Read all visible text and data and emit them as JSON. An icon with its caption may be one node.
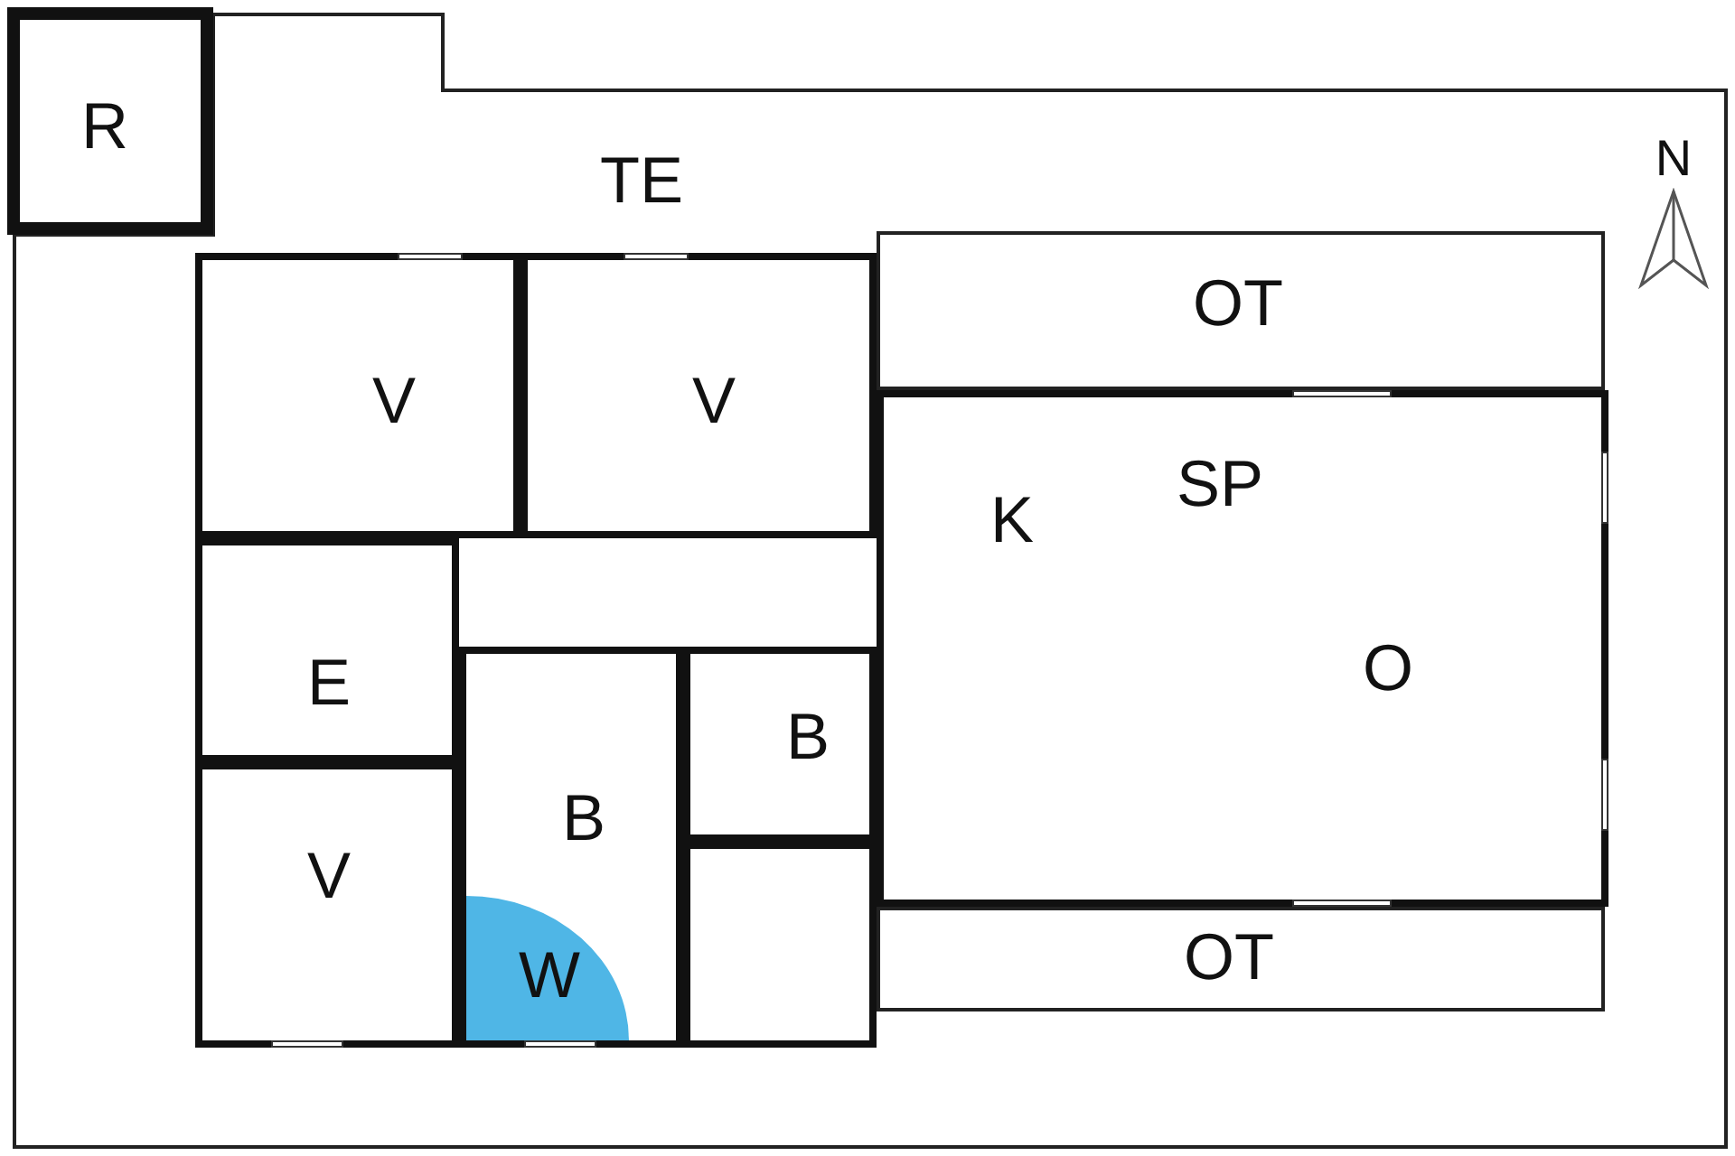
{
  "diagram": {
    "nodes": [
      {
        "text": [
          "TE"
        ]
      },
      {
        "text": [
          "R"
        ]
      },
      {
        "text": [
          "OT"
        ],
        "in": 0
      },
      {
        "text": [
          "V"
        ],
        "in": 0
      },
      {
        "text": [
          "V"
        ],
        "in": 0
      },
      {
        "text": [
          "SP",
          "K",
          "O"
        ],
        "in": 0
      },
      {
        "text": [
          "E"
        ],
        "in": 0
      },
      {
        "text": [
          "B"
        ],
        "in": 0
      },
      {
        "text": [
          "B"
        ],
        "in": 0
      },
      {
        "text": [
          "W"
        ],
        "in": 7
      },
      {
        "text": [
          "V"
        ],
        "in": 0
      },
      {
        "text": [],
        "shape": "box",
        "in": 0
      },
      {
        "text": [
          "OT"
        ],
        "in": 0
      }
    ],
    "labels": [
      "N"
    ]
  }
}
